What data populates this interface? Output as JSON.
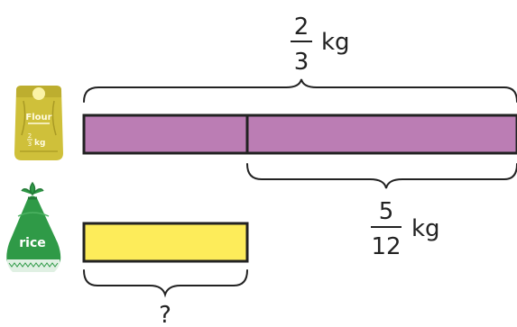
{
  "diagram": {
    "total": {
      "numerator": "2",
      "denominator": "3",
      "unit": "kg"
    },
    "part": {
      "numerator": "5",
      "denominator": "12",
      "unit": "kg"
    },
    "unknown_label": "?",
    "flour_bag": {
      "label": "Flour",
      "amount_numerator": "2",
      "amount_denominator": "3",
      "amount_unit": "kg"
    },
    "rice_bag": {
      "label": "rice"
    }
  },
  "colors": {
    "flour_bar": "#bb7db4",
    "rice_bar": "#fdec5a",
    "outline": "#222222",
    "flour_bag": "#cfc03a",
    "rice_bag": "#2f9a47"
  }
}
